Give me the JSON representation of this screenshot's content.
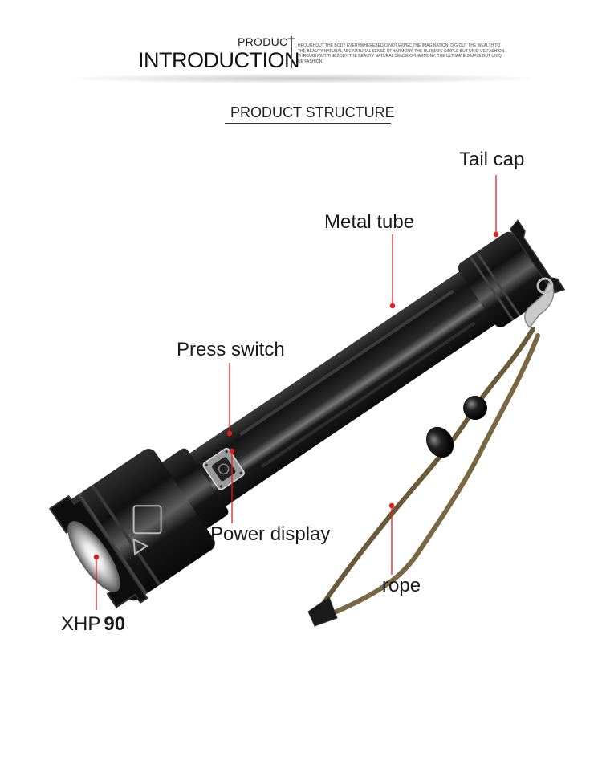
{
  "header": {
    "product": "PRODUCT",
    "introduction": "INTRODUCTION",
    "blurb": "HROUGHOUT THE BODY EVERYWHEREBEDIO NOT EXPEC THE IMAGINATION, DIG OUT THE WEALTH TO THE BEAUTY NATURAL ABC NATURAL SENSE OFHARMONY, THE ULTIMATE SIMPLE BUT UNIQ UE FASHION THROUGHOUT THE BODY THE BEAUTY NATURAL SENSE OFHARMONY, THE ULTIMATE SIMPLE BUT UNIQ UE FASHION"
  },
  "section_title": "PRODUCT STRUCTURE",
  "callouts": {
    "tail_cap": "Tail cap",
    "metal_tube": "Metal tube",
    "press_switch": "Press switch",
    "power_display": "Power display",
    "rope": "rope",
    "xhp_prefix": "XHP",
    "xhp_number": "90"
  },
  "colors": {
    "body": "#1b1b1b",
    "highlight": "#6a6a6a",
    "leader_line": "#e02020",
    "rope": "#6b5a3a",
    "metal": "#b8b8b8"
  }
}
